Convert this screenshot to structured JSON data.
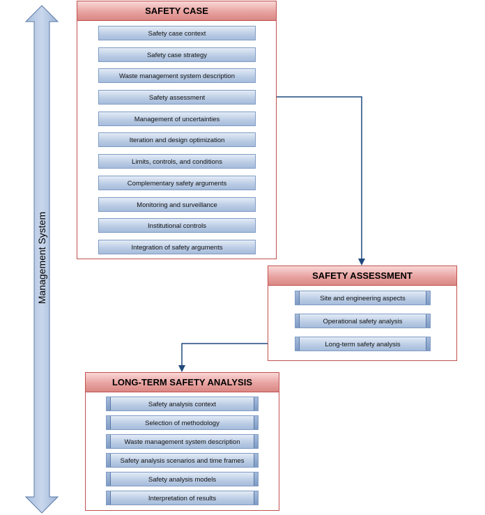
{
  "management_label": "Management System",
  "safety_case": {
    "title": "SAFETY CASE",
    "items": [
      "Safety case context",
      "Safety case strategy",
      "Waste management system description",
      "Safety assessment",
      "Management of uncertainties",
      "Iteration and design optimization",
      "Limits, controls, and conditions",
      "Complementary safety arguments",
      "Monitoring and surveillance",
      "Institutional controls",
      "Integration of safety arguments"
    ]
  },
  "safety_assessment": {
    "title": "SAFETY ASSESSMENT",
    "items": [
      "Site and engineering aspects",
      "Operational safety analysis",
      "Long-term safety analysis"
    ]
  },
  "long_term": {
    "title": "LONG-TERM SAFETY ANALYSIS",
    "items": [
      "Safety analysis context",
      "Selection of methodology",
      "Waste management system description",
      "Safety analysis scenarios and time frames",
      "Safety analysis models",
      "Interpretation of results"
    ]
  },
  "colors": {
    "panel_border": "#c0504d",
    "item_fill": "#b9cbe4",
    "connector": "#1f497d"
  }
}
